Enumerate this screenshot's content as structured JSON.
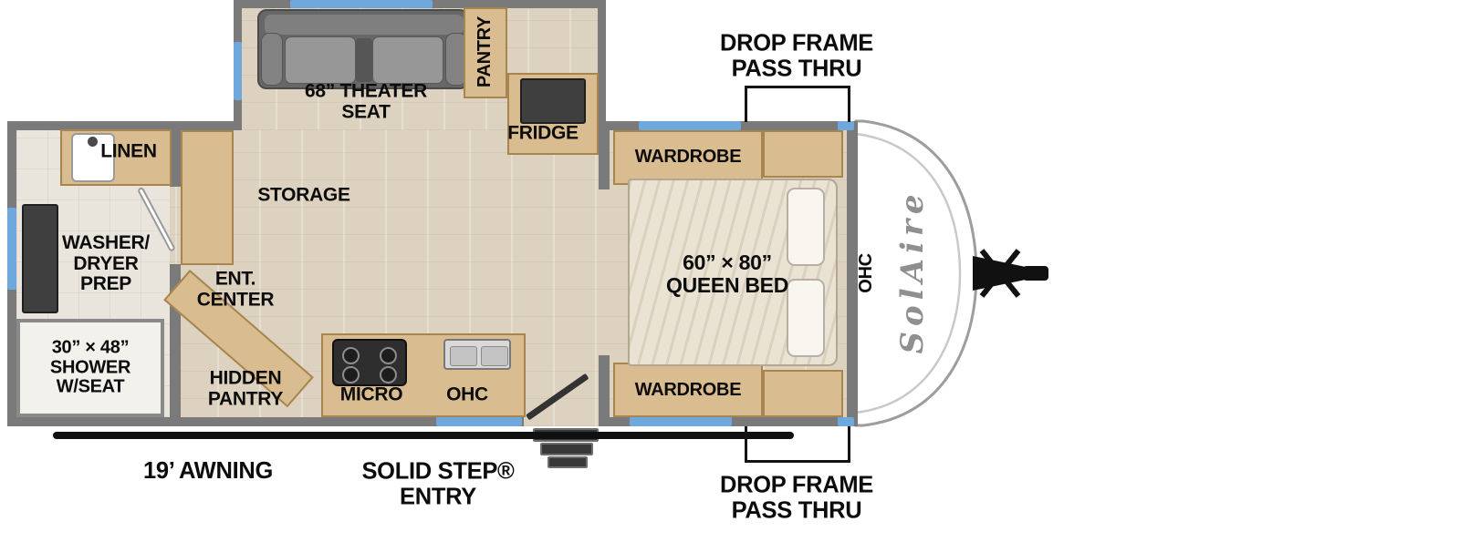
{
  "exterior": {
    "drop_frame_top": "DROP FRAME\nPASS THRU",
    "drop_frame_bottom": "DROP FRAME\nPASS THRU",
    "awning": "19’ AWNING",
    "entry": "SOLID STEP®\nENTRY",
    "brand": "SolAire"
  },
  "slideout": {
    "theater_seat": "68” THEATER\nSEAT",
    "pantry": "PANTRY",
    "fridge": "FRIDGE"
  },
  "living": {
    "storage": "STORAGE",
    "ent_center": "ENT.\nCENTER",
    "hidden_pantry": "HIDDEN\nPANTRY",
    "micro": "MICRO",
    "ohc": "OHC"
  },
  "bathroom": {
    "linen": "LINEN",
    "washer_dryer": "WASHER/\nDRYER\nPREP",
    "shower": "30” × 48”\nSHOWER\nW/SEAT"
  },
  "bedroom": {
    "wardrobe_top": "WARDROBE",
    "wardrobe_bottom": "WARDROBE",
    "queen_bed": "60” × 80”\nQUEEN BED",
    "ohc": "OHC"
  },
  "colors": {
    "wall": "#7a7a7a",
    "floor": "#ddd1bf",
    "cabinet": "#d9bc8f",
    "window": "#6fa8dc",
    "accent_black": "#101010"
  }
}
